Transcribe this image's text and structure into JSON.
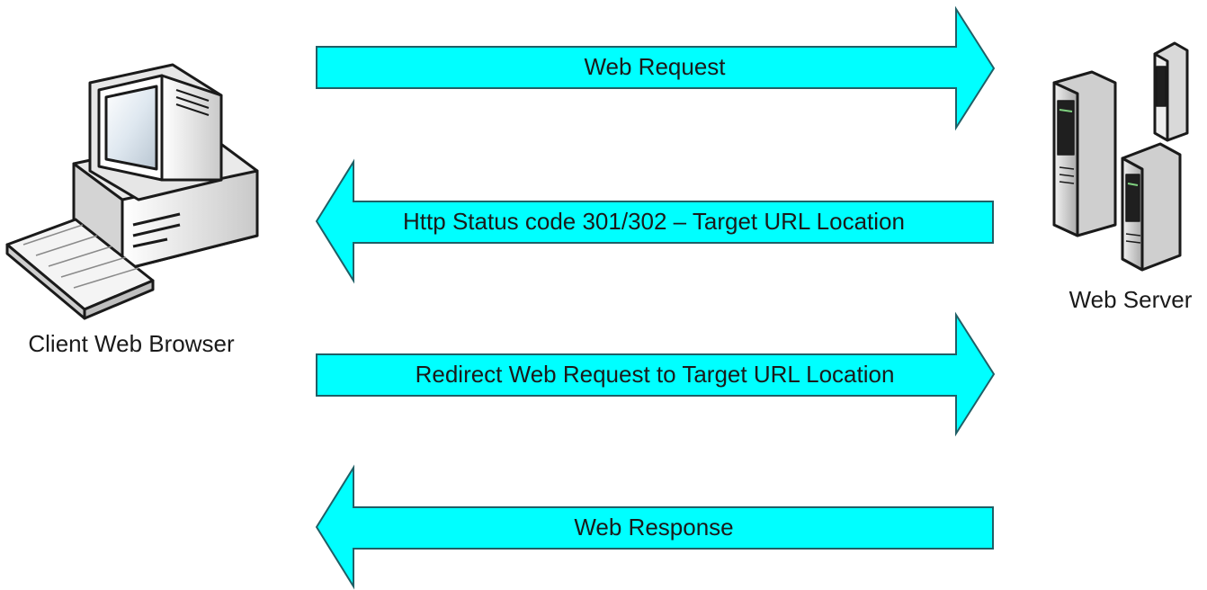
{
  "colors": {
    "arrow_fill": "#00FFFF",
    "arrow_stroke": "#1F5F66",
    "text": "#1A1A1A",
    "background": "#FFFFFF"
  },
  "nodes": {
    "client": {
      "label": "Client Web Browser",
      "icon": "desktop-computer-icon"
    },
    "server": {
      "label": "Web Server",
      "icon": "server-rack-icon"
    }
  },
  "arrows": [
    {
      "label": "Web Request",
      "direction": "right"
    },
    {
      "label": "Http Status code 301/302 – Target URL Location",
      "direction": "left"
    },
    {
      "label": "Redirect Web Request to Target URL Location",
      "direction": "right"
    },
    {
      "label": "Web Response",
      "direction": "left"
    }
  ]
}
